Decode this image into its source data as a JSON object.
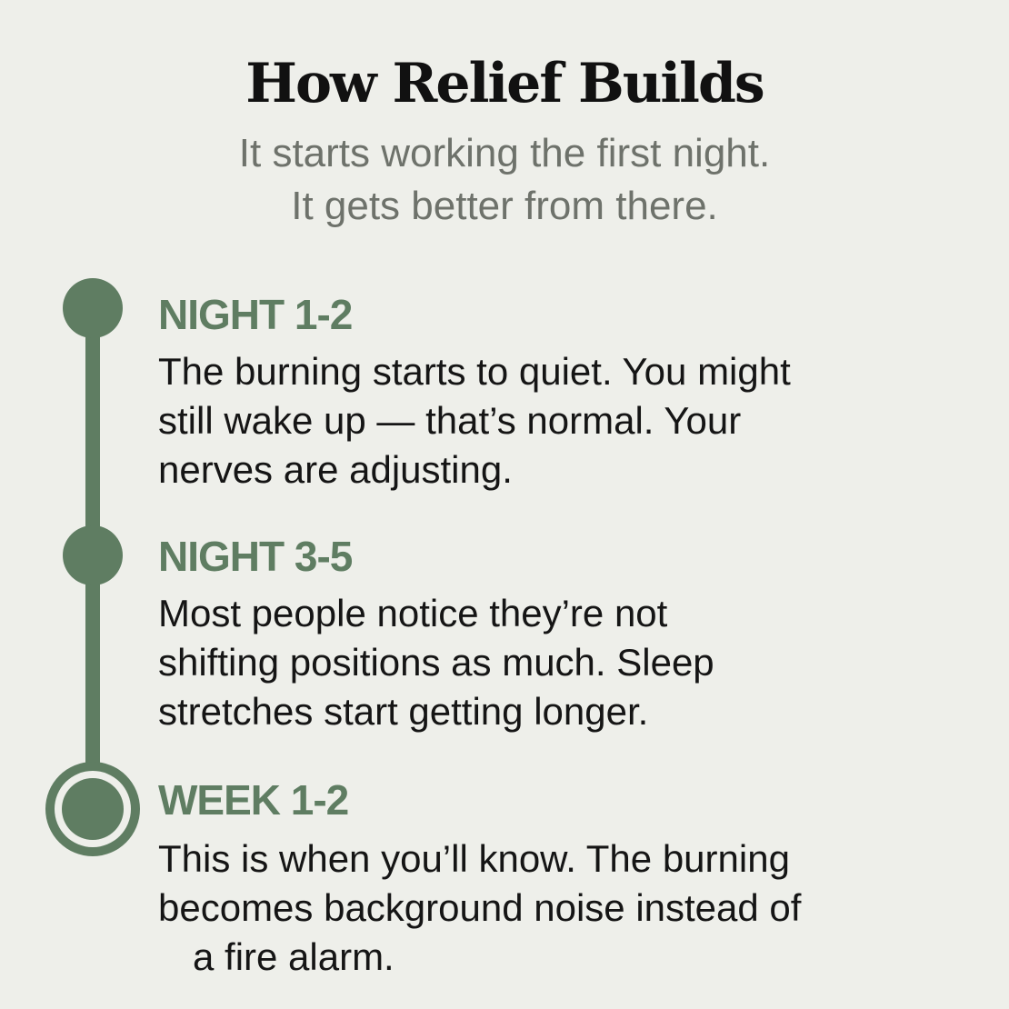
{
  "header": {
    "title": "How Relief Builds",
    "subtitle_line1": "It starts working the first night.",
    "subtitle_line2": "It gets better from there."
  },
  "timeline": {
    "accent_color": "#5f7d62",
    "stages": [
      {
        "label": "NIGHT 1-2",
        "lines": [
          "The burning starts to quiet. You might",
          "still wake up — that’s normal. Your",
          "nerves are adjusting."
        ]
      },
      {
        "label": "NIGHT 3-5",
        "lines": [
          "Most people notice they’re not",
          "shifting positions as much. Sleep",
          "stretches start getting longer."
        ]
      },
      {
        "label": "WEEK 1-2",
        "lines": [
          "This is when you’ll know. The burning",
          "becomes background noise instead of",
          "a fire alarm."
        ]
      }
    ]
  }
}
